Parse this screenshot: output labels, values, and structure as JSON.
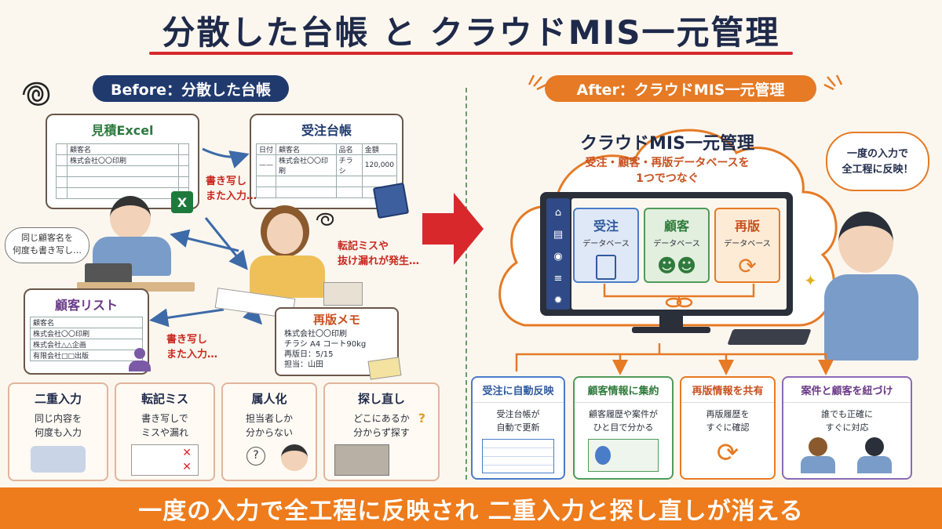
{
  "title": "分散した台帳 と クラウドMIS一元管理",
  "before": {
    "pill": "Before：分散した台帳",
    "estimate": {
      "title": "見積Excel",
      "row1": "顧客名",
      "row2": "株式会社〇〇印刷"
    },
    "orders": {
      "title": "受注台帳",
      "headers": [
        "日付",
        "顧客名",
        "品名",
        "金額"
      ],
      "row": [
        "——",
        "株式会社〇〇印刷",
        "チラシ",
        "120,000"
      ]
    },
    "note1": [
      "書き写し",
      "また入力…"
    ],
    "bubble": [
      "同じ顧客名を",
      "何度も書き写し…"
    ],
    "warn": [
      "転記ミスや",
      "抜け漏れが発生…"
    ],
    "customers": {
      "title": "顧客リスト",
      "rows": [
        "顧客名",
        "株式会社〇〇印刷",
        "株式会社△△企画",
        "有限会社□□出版"
      ]
    },
    "note2": [
      "書き写し",
      "また入力…"
    ],
    "reprint": {
      "title": "再版メモ",
      "lines": [
        "株式会社〇〇印刷",
        "チラシ A4 コート90kg",
        "再版日：5/15",
        "担当：山田"
      ]
    },
    "problems": [
      {
        "title": "二重入力",
        "text": [
          "同じ内容を",
          "何度も入力"
        ]
      },
      {
        "title": "転記ミス",
        "text": [
          "書き写しで",
          "ミスや漏れ"
        ]
      },
      {
        "title": "属人化",
        "text": [
          "担当者しか",
          "分からない"
        ]
      },
      {
        "title": "探し直し",
        "text": [
          "どこにあるか",
          "分からず探す"
        ]
      }
    ]
  },
  "after": {
    "pill": "After：クラウドMIS一元管理",
    "cloud_title": "クラウドMIS一元管理",
    "cloud_sub": [
      "受注・顧客・再版データベースを",
      "1つでつなぐ"
    ],
    "speech": [
      "一度の入力で",
      "全工程に反映！"
    ],
    "dbs": [
      {
        "title": "受注",
        "sub": "データベース"
      },
      {
        "title": "顧客",
        "sub": "データベース"
      },
      {
        "title": "再版",
        "sub": "データベース"
      }
    ],
    "benefits": [
      {
        "title": "受注に自動反映",
        "text": [
          "受注台帳が",
          "自動で更新"
        ]
      },
      {
        "title": "顧客情報に集約",
        "text": [
          "顧客履歴や案件が",
          "ひと目で分かる"
        ]
      },
      {
        "title": "再版情報を共有",
        "text": [
          "再版履歴を",
          "すぐに確認"
        ]
      },
      {
        "title": "案件と顧客を紐づけ",
        "text": [
          "誰でも正確に",
          "すぐに対応"
        ]
      }
    ]
  },
  "footer": "一度の入力で全工程に反映され 二重入力と探し直しが消える",
  "colors": {
    "navy": "#203a6e",
    "orange": "#e67a25",
    "red": "#d8282c",
    "blue": "#4a7cc8",
    "green": "#4f9a5a"
  }
}
